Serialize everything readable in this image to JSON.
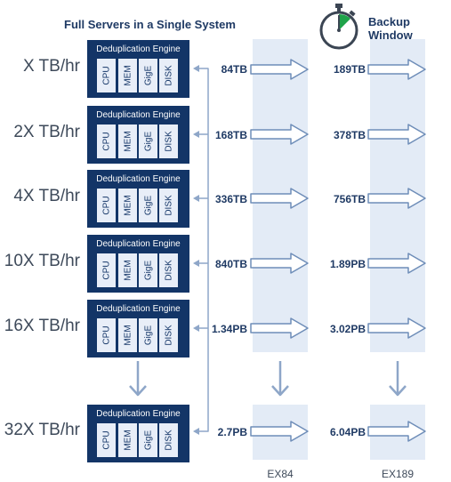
{
  "headings": {
    "servers": "Full Servers in a Single System",
    "backup": "Backup Window"
  },
  "engine": {
    "title": "Deduplication Engine",
    "components": [
      "CPU",
      "MEM",
      "GigE",
      "DISK"
    ]
  },
  "rows": [
    {
      "rate": "X TB/hr",
      "ex84": "84TB",
      "ex189": "189TB"
    },
    {
      "rate": "2X TB/hr",
      "ex84": "168TB",
      "ex189": "378TB"
    },
    {
      "rate": "4X TB/hr",
      "ex84": "336TB",
      "ex189": "756TB"
    },
    {
      "rate": "10X TB/hr",
      "ex84": "840TB",
      "ex189": "1.89PB"
    },
    {
      "rate": "16X TB/hr",
      "ex84": "1.34PB",
      "ex189": "3.02PB"
    },
    {
      "rate": "32X TB/hr",
      "ex84": "2.7PB",
      "ex189": "6.04PB"
    }
  ],
  "columns": {
    "ex84": "EX84",
    "ex189": "EX189"
  },
  "colors": {
    "engine": "#133567",
    "cell": "#e8eef8",
    "band": "#e3ebf6",
    "arrow": "#6e8db8",
    "text": "#1f3a64",
    "stopwatch_accent": "#1fa34a"
  },
  "icons": {
    "clock": "stopwatch-icon",
    "flow": "right-arrow-icon",
    "scale": "down-arrow-icon"
  }
}
